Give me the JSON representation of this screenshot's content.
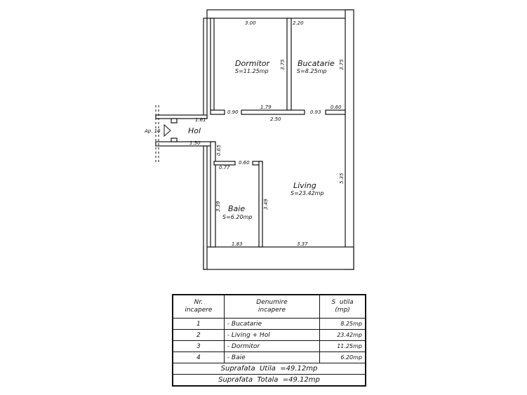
{
  "plan": {
    "rooms": [
      {
        "name": "Dormitor",
        "area": "S=11.25mp"
      },
      {
        "name": "Bucatarie",
        "area": "S=8.25mp"
      },
      {
        "name": "Hol",
        "area": ""
      },
      {
        "name": "Living",
        "area": "S=23.42mp"
      },
      {
        "name": "Baie",
        "area": "S=6.20mp"
      }
    ],
    "entrance_label": "Ap. 10",
    "dimensions": {
      "dormitor_top": "3.00",
      "bucatarie_top": "2.20",
      "dormitor_side": "3.75",
      "bucatarie_side": "3.75",
      "hol_top": "1.61",
      "door_a": "0.90",
      "door_b": "1.79",
      "door_c": "0.93",
      "door_d": "0.60",
      "hol_mid": "2.50",
      "hol_bottom": "1.50",
      "hol_side": "0.65",
      "baie_door_a": "0.77",
      "baie_door_b": "0.60",
      "living_side": "5.35",
      "baie_left": "3.39",
      "baie_right": "3.49",
      "baie_bottom": "1.83",
      "living_bottom": "3.37"
    }
  },
  "table": {
    "header": {
      "nr_line1": "Nr.",
      "nr_line2": "incapere",
      "den_line1": "Denumire",
      "den_line2": "incapere",
      "s_line1": "S  utila",
      "s_line2": "(mp)"
    },
    "rows": [
      {
        "nr": "1",
        "name": "- Bucatarie",
        "area": "8.25mp"
      },
      {
        "nr": "2",
        "name": "- Living + Hol",
        "area": "23.42mp"
      },
      {
        "nr": "3",
        "name": "- Dormitor",
        "area": "11.25mp"
      },
      {
        "nr": "4",
        "name": "- Baie",
        "area": "6.20mp"
      }
    ],
    "suprafata_utila": "Suprafata  Utila  =49.12mp",
    "suprafata_totala": "Suprafata  Totala  =49.12mp"
  }
}
